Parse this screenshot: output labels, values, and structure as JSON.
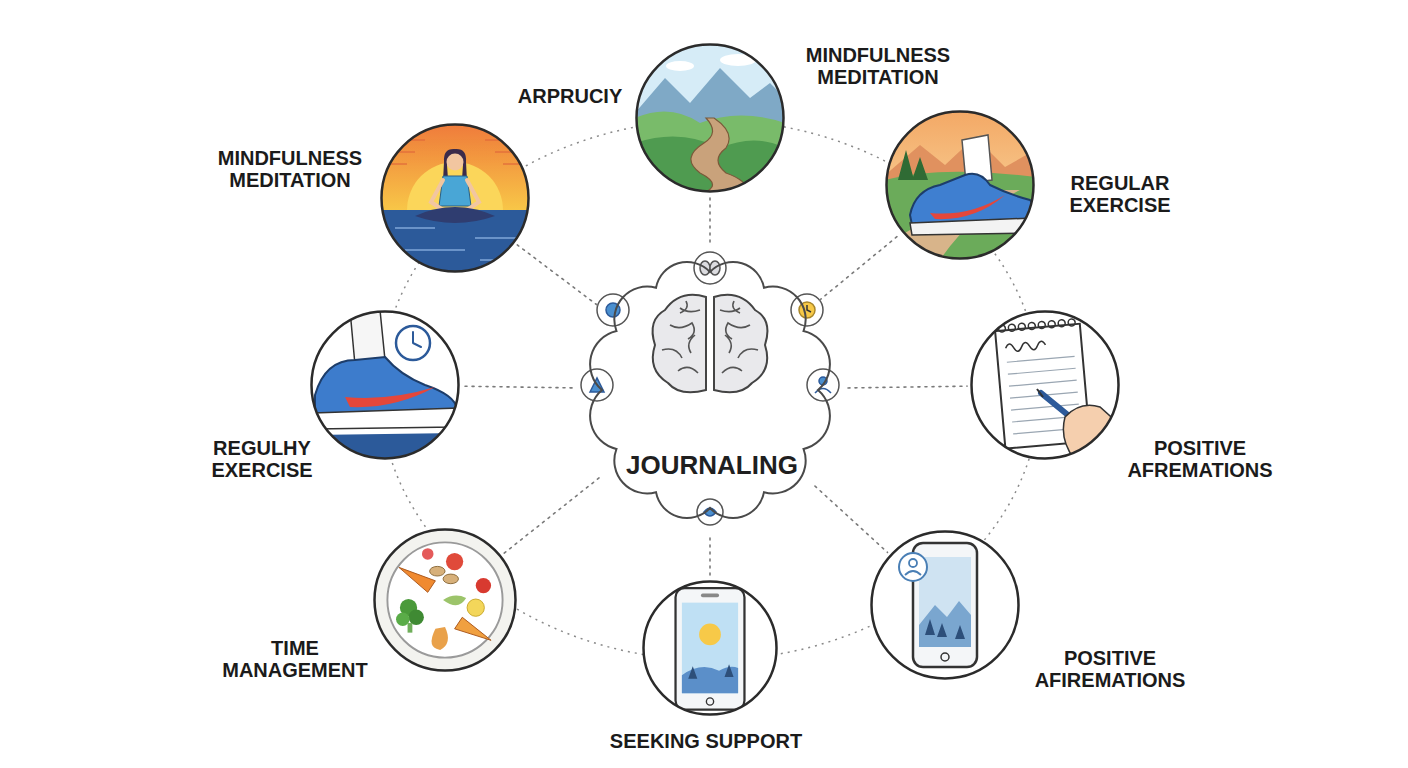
{
  "diagram": {
    "nodes": [
      {
        "text": [
          "JOURNALING"
        ]
      },
      {
        "text": [
          "MINDFULNESS MEDITATION"
        ]
      },
      {
        "text": [
          "ARPRUCIY",
          "MINDFULNESS MEDITATION"
        ]
      },
      {
        "text": [
          "REGULAR EXERCISE"
        ]
      },
      {
        "text": [
          "POSITIVE AFREMATIONS"
        ]
      },
      {
        "text": [
          "POSITIVE AFIREMATIONS"
        ]
      },
      {
        "text": [
          "SEEKING SUPPORT"
        ]
      },
      {
        "text": [
          "TIME MANAGEMENT"
        ]
      },
      {
        "text": [
          "REGULHY EXERCISE"
        ]
      }
    ],
    "edges": [
      {
        "from": 0,
        "to": 1,
        "arrow": "none"
      },
      {
        "from": 0,
        "to": 2,
        "arrow": "none"
      },
      {
        "from": 0,
        "to": 3,
        "arrow": "none"
      },
      {
        "from": 0,
        "to": 4,
        "arrow": "none"
      },
      {
        "from": 0,
        "to": 5,
        "arrow": "none"
      },
      {
        "from": 0,
        "to": 6,
        "arrow": "none"
      },
      {
        "from": 0,
        "to": 7,
        "arrow": "none"
      },
      {
        "from": 0,
        "to": 8,
        "arrow": "none"
      }
    ]
  }
}
